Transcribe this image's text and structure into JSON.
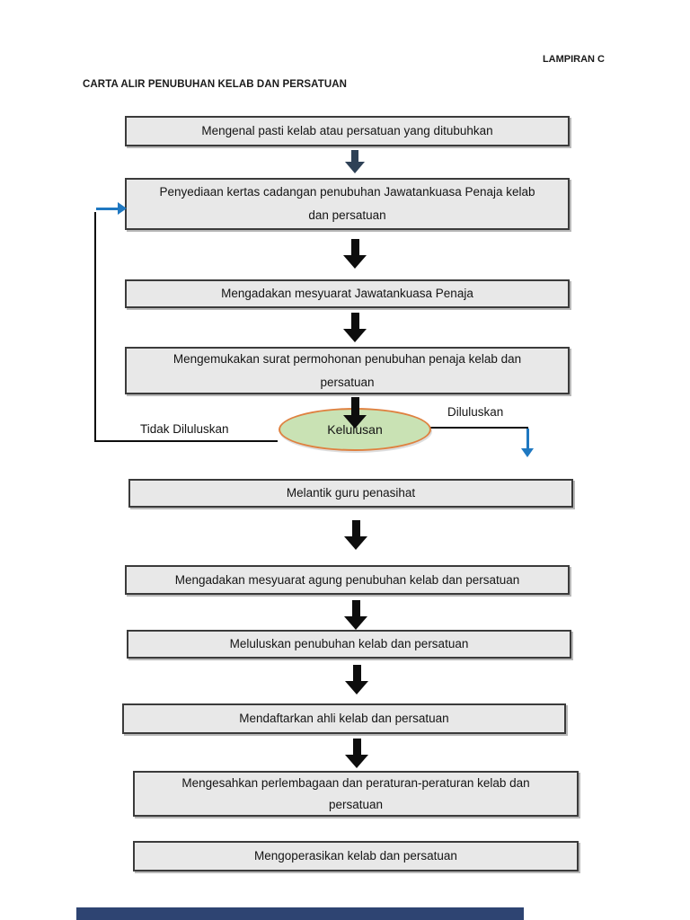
{
  "page": {
    "corner_label": "LAMPIRAN C",
    "title": "CARTA ALIR PENUBUHAN KELAB DAN PERSATUAN"
  },
  "flowchart": {
    "steps": [
      {
        "label": "Mengenal pasti kelab atau persatuan yang ditubuhkan"
      },
      {
        "label": "Penyediaan kertas cadangan penubuhan Jawatankuasa Penaja kelab dan persatuan"
      },
      {
        "label": "Mengadakan mesyuarat Jawatankuasa Penaja"
      },
      {
        "label": "Mengemukakan surat permohonan penubuhan penaja kelab dan persatuan"
      },
      {
        "label": "Melantik guru penasihat"
      },
      {
        "label": "Mengadakan mesyuarat agung penubuhan kelab dan persatuan"
      },
      {
        "label": "Meluluskan penubuhan kelab dan persatuan"
      },
      {
        "label": "Mendaftarkan ahli kelab dan persatuan"
      },
      {
        "label": "Mengesahkan perlembagaan dan peraturan-peraturan kelab dan persatuan"
      },
      {
        "label": "Mengoperasikan kelab dan persatuan"
      }
    ],
    "decision": {
      "label": "Kelulusan",
      "approved_label": "Diluluskan",
      "rejected_label": "Tidak Diluluskan"
    },
    "colors": {
      "box_fill": "#e8e8e8",
      "box_border": "#3b3b3b",
      "arrow_black": "#0d0d0d",
      "arrow_navy": "#2e4156",
      "branch_arrow_blue": "#1f78c1",
      "decision_fill": "#c9e2b4",
      "decision_border": "#df8140",
      "next_page_bar": "#2e4472"
    }
  }
}
